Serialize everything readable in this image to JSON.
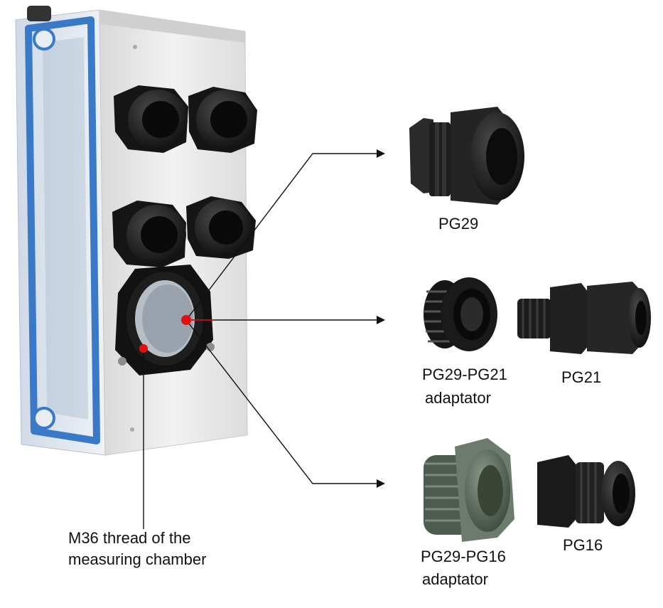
{
  "labels": {
    "pg29": "PG29",
    "pg29_pg21_line1": "PG29-PG21",
    "pg29_pg21_line2": "adaptator",
    "pg21": "PG21",
    "pg29_pg16_line1": "PG29-PG16",
    "pg29_pg16_line2": "adaptator",
    "pg16": "PG16",
    "m36_line1": "M36 thread of the",
    "m36_line2": "measuring chamber"
  },
  "colors": {
    "pointer_dot": "#e01010",
    "arrow": "#111111",
    "gland_black": "#1c1c1c",
    "adaptor_green": "#5a6b5e",
    "enclosure_lid_blue": "#3a78c8",
    "enclosure_body": "#e9e9e9"
  }
}
